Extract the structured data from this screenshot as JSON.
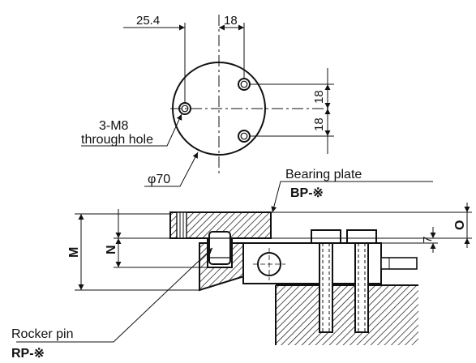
{
  "top_view": {
    "dim_left": "25.4",
    "dim_right": "18",
    "dim_vertical_upper": "18",
    "dim_vertical_lower": "18",
    "hole_note_line1": "3-M8",
    "hole_note_line2": "through hole",
    "diameter": "φ70"
  },
  "side_view": {
    "bearing_plate_label": "Bearing plate",
    "bearing_plate_code": "BP-※",
    "rocker_pin_label": "Rocker pin",
    "rocker_pin_code": "RP-※",
    "dim_M": "M",
    "dim_N": "N",
    "dim_O": "O",
    "dim_7": "7"
  },
  "colors": {
    "line": "#111111",
    "hatch": "#111111",
    "fill": "#ffffff"
  }
}
